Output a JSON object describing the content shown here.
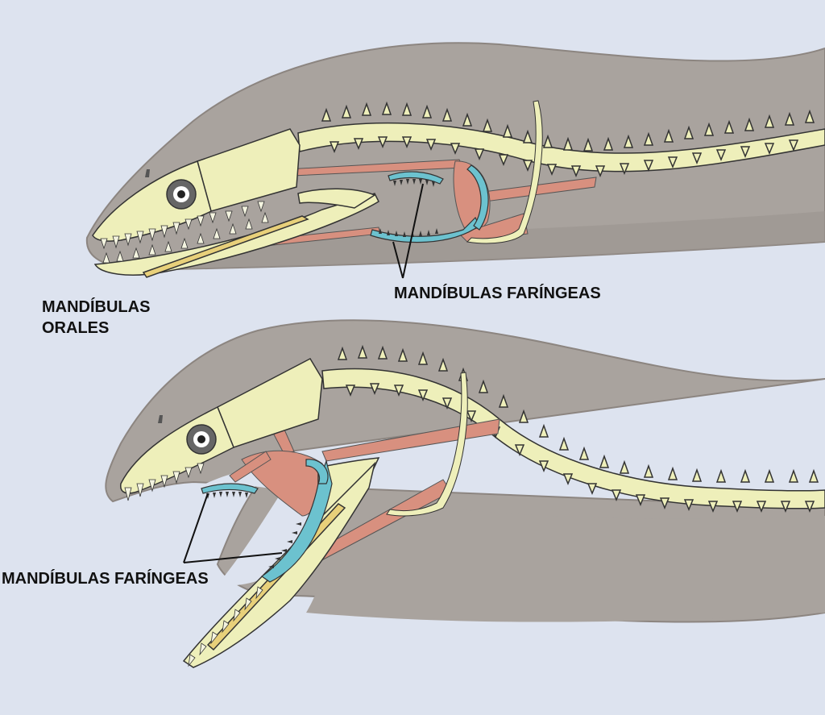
{
  "labels": {
    "oral_jaws_line1": "MANDÍBULAS",
    "oral_jaws_line2": "ORALES",
    "pharyngeal_jaws_top": "MANDÍBULAS FARÍNGEAS",
    "pharyngeal_jaws_bottom": "MANDÍBULAS FARÍNGEAS"
  },
  "colors": {
    "background": "#dde3ef",
    "body": "#a9a39e",
    "body_shadow": "#8c8580",
    "bone": "#eeefba",
    "bone_outline": "#333333",
    "muscle": "#d8907f",
    "pharyngeal_jaw": "#6cc2cf",
    "eye_ring": "#666666",
    "eye_white": "#ffffff",
    "pupil": "#222222",
    "tendon": "#e8d07a",
    "label_text": "#111111"
  }
}
